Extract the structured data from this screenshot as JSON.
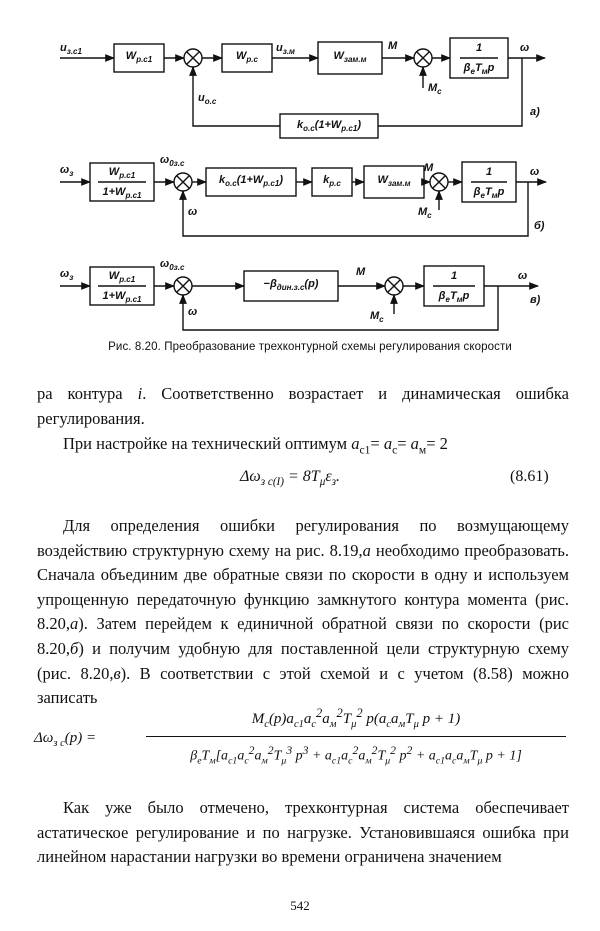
{
  "figure": {
    "caption": "Рис. 8.20. Преобразование трехконтурной схемы регулирования скорости",
    "diagram_a": {
      "input": "u<sub>з.с1</sub>",
      "block1": "W<sub>р.с1</sub>",
      "block2": "W<sub>р.с</sub>",
      "signal_uzm": "u<sub>з.м</sub>",
      "block3": "W<sub>зам.м</sub>",
      "signal_m": "M",
      "plant_num": "1",
      "plant_den": "β<sub>е</sub>T<sub>м</sub>p",
      "output": "ω",
      "disturbance": "M<sub>с</sub>",
      "feedback_signal": "u<sub>о.с</sub>",
      "feedback_block": "k<sub>о.с</sub>(1+W<sub>р.с1</sub>)",
      "tag": "а)"
    },
    "diagram_b": {
      "input": "ω<sub>з</sub>",
      "block1_num": "W<sub>р.с1</sub>",
      "block1_den": "1+W<sub>р.с1</sub>",
      "signal_w0": "ω<sub>0з.с</sub>",
      "block2": "k<sub>о.с</sub>(1+W<sub>р.с1</sub>)",
      "block3": "k<sub>р.с</sub>",
      "block4": "W<sub>зам.м</sub>",
      "signal_m": "M",
      "plant_num": "1",
      "plant_den": "β<sub>е</sub>T<sub>м</sub>p",
      "output": "ω",
      "disturbance": "M<sub>с</sub>",
      "feedback_signal": "ω",
      "tag": "б)"
    },
    "diagram_c": {
      "input": "ω<sub>з</sub>",
      "block1_num": "W<sub>р.с1</sub>",
      "block1_den": "1+W<sub>р.с1</sub>",
      "signal_w0": "ω<sub>0з.с</sub>",
      "block2": "−β<sub>дин.з.с</sub>(p)",
      "signal_m": "M",
      "plant_num": "1",
      "plant_den": "β<sub>е</sub>T<sub>м</sub>p",
      "output": "ω",
      "disturbance": "M<sub>с</sub>",
      "feedback_signal": "ω",
      "tag": "в)"
    }
  },
  "text": {
    "p1": "ра контура <i>i</i>. Соответственно возрастает и динамическая ошибка регулирования.",
    "p2": "При настройке на технический оптимум <i>a</i><sub>с1</sub>= <i>a</i><sub>с</sub>= <i>a</i><sub>м</sub>= 2",
    "eq1": "Δω<sub>з с(I)</sub> = 8<i>T</i><sub>μ</sub>ε<sub>з</sub>.",
    "eq1_number": "(8.61)",
    "p3": "Для определения ошибки регулирования по возмущающему воздействию структурную схему на рис. 8.19,<i>а</i> необходимо преобразовать. Сначала объединим две обратные связи по скорости в одну и используем упрощенную передаточную функцию замкнутого контура момента (рис. 8.20,<i>а</i>). Затем перейдем к единичной обратной связи по скорости (рис 8.20,<i>б</i>) и получим удобную для поставленной цели структурную схему (рис. 8.20,<i>в</i>). В соответствии с этой схемой и с учетом (8.58) можно записать",
    "eq2_lhs": "Δω<sub>з с</sub>(p) =",
    "eq2_num": "M<sub>с</sub>(p)a<sub>с1</sub>a<sub>с</sub><sup>2</sup>a<sub>м</sub><sup>2</sup>T<sub>μ</sub><sup>2</sup> p(a<sub>с</sub>a<sub>м</sub>T<sub>μ</sub> p + 1)",
    "eq2_den": "β<sub>е</sub>T<sub>м</sub>[a<sub>с1</sub>a<sub>с</sub><sup>2</sup>a<sub>м</sub><sup>2</sup>T<sub>μ</sub><sup>3</sup> p<sup>3</sup> + a<sub>с1</sub>a<sub>с</sub><sup>2</sup>a<sub>м</sub><sup>2</sup>T<sub>μ</sub><sup>2</sup> p<sup>2</sup> + a<sub>с1</sub>a<sub>с</sub>a<sub>м</sub>T<sub>μ</sub> p + 1]",
    "p4": "Как уже было отмечено, трехконтурная система обеспечивает астатическое регулирование и по нагрузке. Установившаяся ошибка при линейном нарастании нагрузки во времени ограничена значением",
    "page_number": "542"
  }
}
